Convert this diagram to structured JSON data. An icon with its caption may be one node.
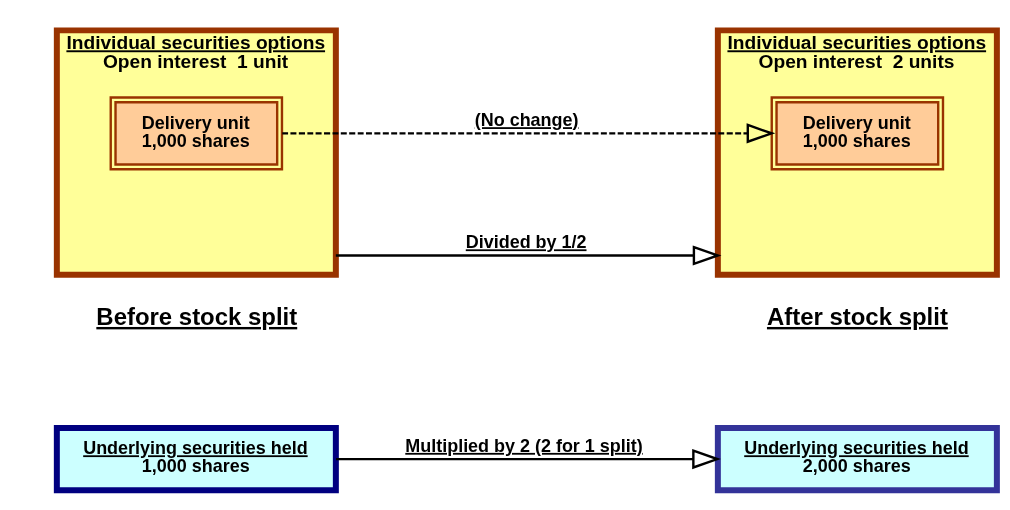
{
  "diagram": {
    "nodes": [
      {
        "text": [
          "Underlying securities held",
          "1,000 shares"
        ]
      },
      {
        "text": [
          "Underlying securities held",
          "2,000 shares"
        ]
      },
      {
        "text": [
          "Individual securities options",
          "Open interest  1 unit"
        ]
      },
      {
        "text": [
          "Delivery unit",
          "1,000 shares"
        ],
        "in": 2
      },
      {
        "text": [
          "Individual securities options",
          "Open interest  2 units"
        ]
      },
      {
        "text": [
          "Delivery unit",
          "1,000 shares"
        ],
        "in": 4
      }
    ],
    "edges": [
      {
        "from": 0,
        "to": 1,
        "arrow": "to",
        "label": "Multiplied by 2 (2 for 1 split)"
      },
      {
        "from": 2,
        "to": 4,
        "arrow": "to",
        "label": "Divided by 1/2"
      },
      {
        "from": 3,
        "to": 5,
        "arrow": "to",
        "label": "(No change)",
        "style": "dashed"
      }
    ],
    "labels": [
      "Before stock split",
      "After stock split"
    ]
  }
}
